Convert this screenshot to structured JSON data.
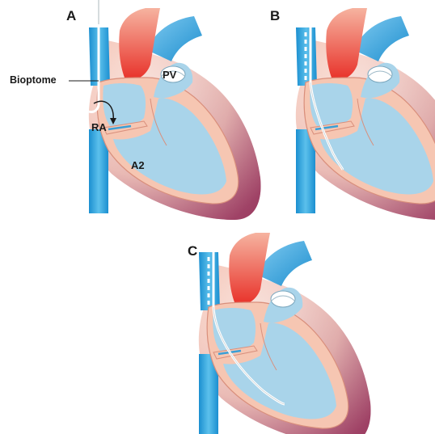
{
  "panels": {
    "a": {
      "letter": "A"
    },
    "b": {
      "letter": "B"
    },
    "c": {
      "letter": "C"
    }
  },
  "labels": {
    "bioptome": "Bioptome",
    "pv": "PV",
    "ra": "RA",
    "a2": "A2"
  },
  "colors": {
    "blood_blue": "#a9d4ea",
    "vein_blue": "#3fa9de",
    "vessel_blue_dark": "#1d8ccb",
    "myocardium_pink": "#f6c6b2",
    "myocardium_outline": "#d98f7c",
    "aorta_red": "#ee4b3c",
    "aorta_light": "#f9a88f",
    "apex_maroon": "#a8466a",
    "catheter": "#ffffff",
    "text": "#1a1a1a"
  }
}
